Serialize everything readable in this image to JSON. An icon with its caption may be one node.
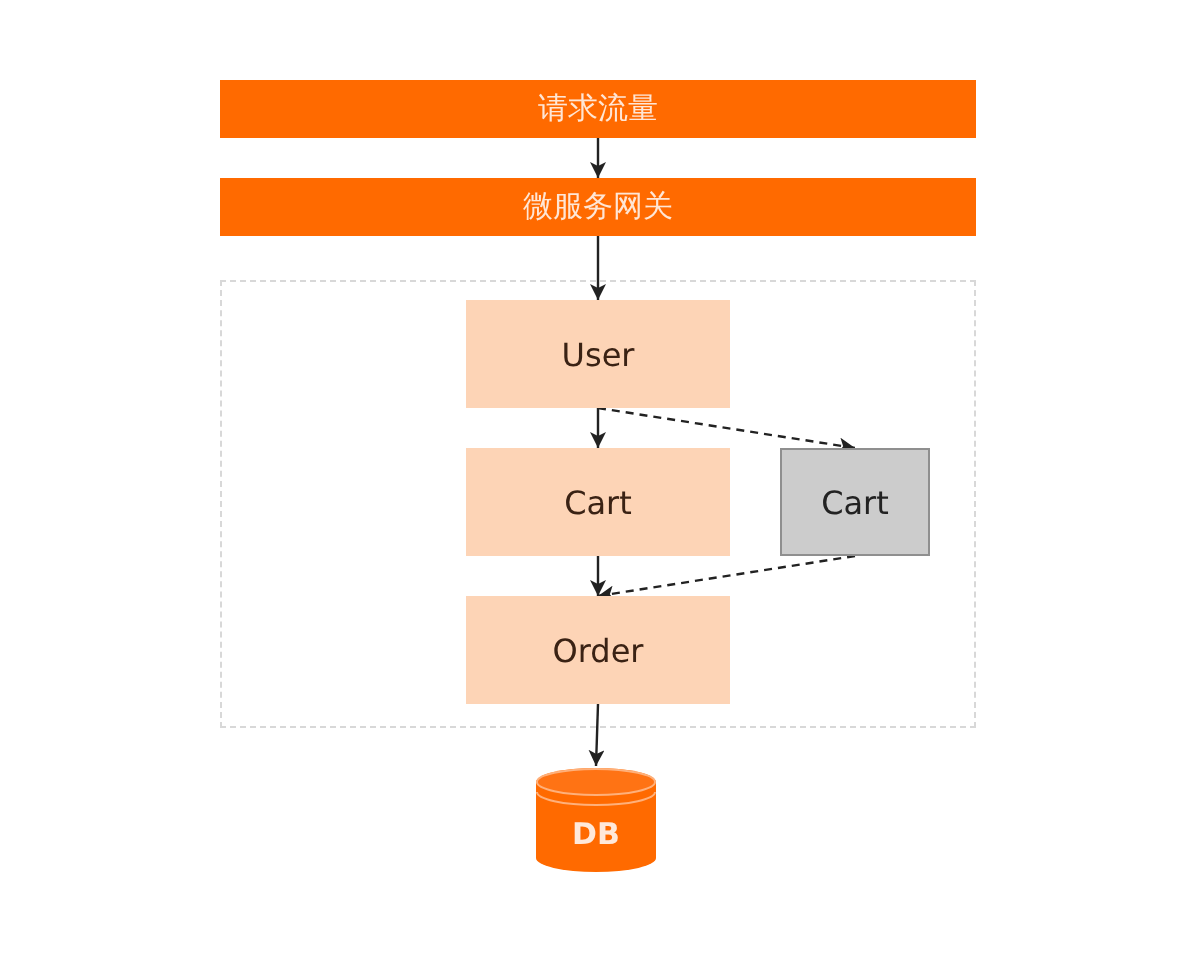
{
  "diagram": {
    "nodes": [
      {
        "text": [
          "请求流量"
        ]
      },
      {
        "text": [
          "微服务网关"
        ]
      },
      {
        "text": [],
        "shape": "box"
      },
      {
        "text": [
          "User"
        ],
        "in": 2
      },
      {
        "text": [
          "Cart"
        ],
        "in": 2
      },
      {
        "text": [
          "Cart"
        ],
        "in": 2
      },
      {
        "text": [
          "Order"
        ],
        "in": 2
      },
      {
        "text": [
          "DB"
        ]
      }
    ],
    "edges": [
      {
        "from": 0,
        "to": 1,
        "arrow": "to"
      },
      {
        "from": 1,
        "to": 3,
        "arrow": "to"
      },
      {
        "from": 3,
        "to": 4,
        "arrow": "to"
      },
      {
        "from": 3,
        "to": 5,
        "arrow": "to",
        "style": "dashed"
      },
      {
        "from": 4,
        "to": 6,
        "arrow": "to"
      },
      {
        "from": 5,
        "to": 6,
        "arrow": "to",
        "style": "dashed"
      },
      {
        "from": 6,
        "to": 7,
        "arrow": "to"
      }
    ]
  }
}
